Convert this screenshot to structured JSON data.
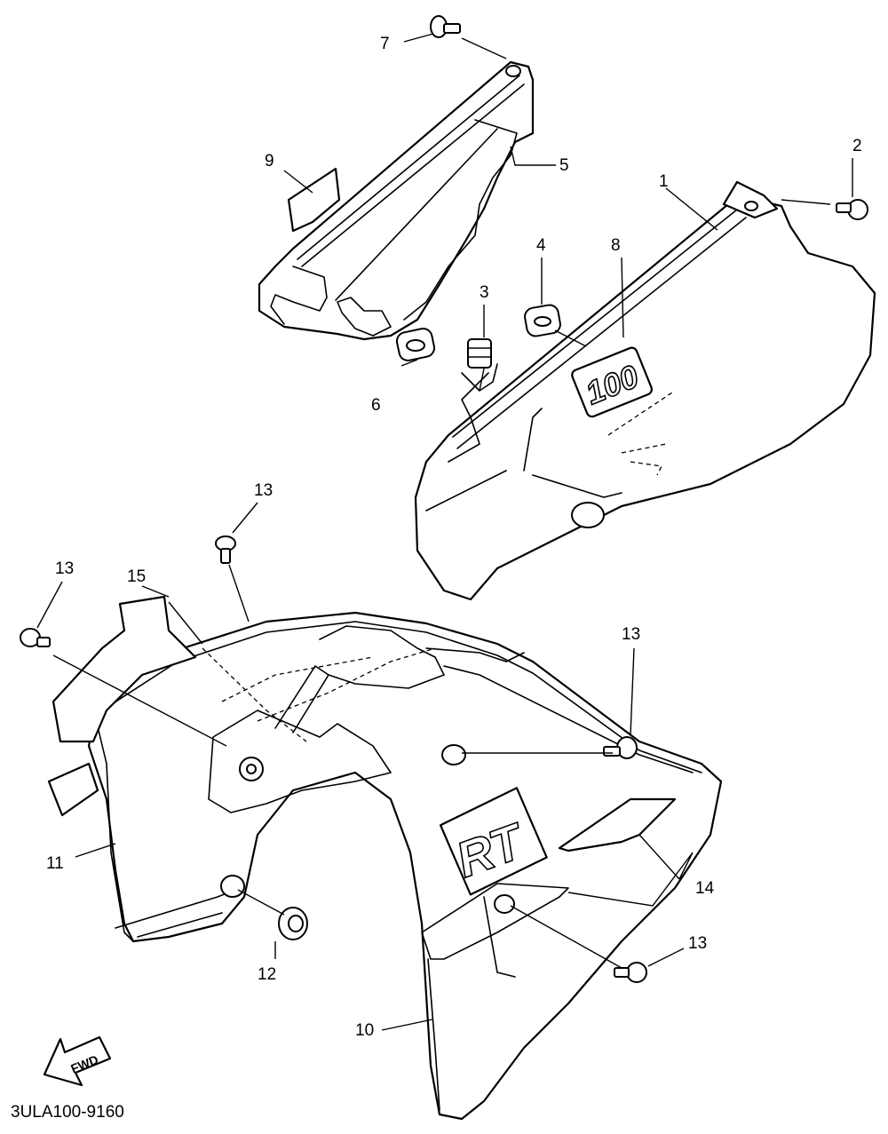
{
  "diagram": {
    "callouts": {
      "c1": "1",
      "c2": "2",
      "c3": "3",
      "c4": "4",
      "c5": "5",
      "c6": "6",
      "c7": "7",
      "c8": "8",
      "c9": "9",
      "c10": "10",
      "c11": "11",
      "c12": "12",
      "c13a": "13",
      "c13b": "13",
      "c13c": "13",
      "c13d": "13",
      "c14": "14",
      "c15": "15"
    },
    "decal_100": "100",
    "decal_rt": "RT",
    "fwd_label": "FWD",
    "drawing_code": "3ULA100-9160"
  }
}
